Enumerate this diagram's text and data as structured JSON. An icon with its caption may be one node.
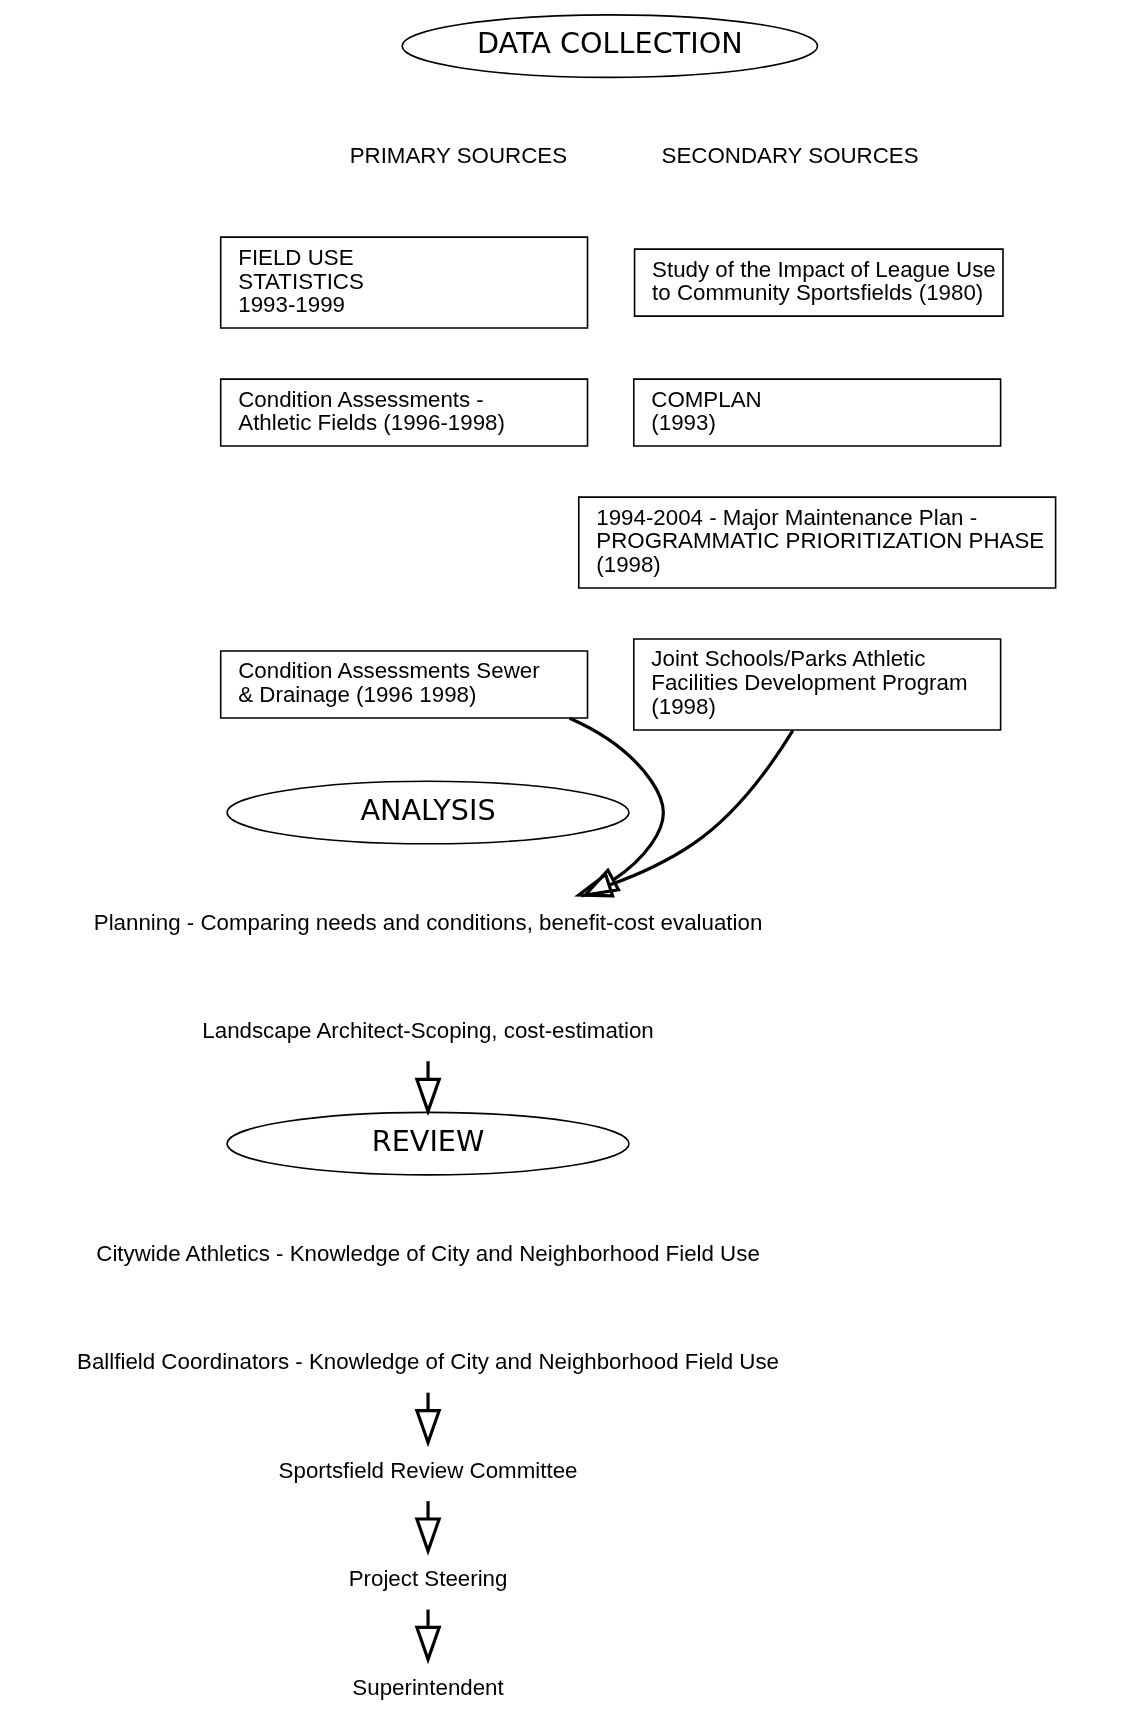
{
  "diagram": {
    "nodes": [
      {
        "text": [
          "DATA COLLECTION"
        ]
      },
      {
        "text": [
          "FIELD USE STATISTICS 1993-1999"
        ]
      },
      {
        "text": [
          "Condition Assessments - Athletic Fields (1996-1998)"
        ]
      },
      {
        "text": [
          "Condition Assessments Sewer & Drainage (1996 1998)"
        ]
      },
      {
        "text": [
          "Study of the Impact of League Use to Community Sportsfields (1980)"
        ]
      },
      {
        "text": [
          "COMPLAN (1993)"
        ]
      },
      {
        "text": [
          "1994-2004 - Major Maintenance Plan - PROGRAMMATIC PRIORITIZATION PHASE (1998)"
        ]
      },
      {
        "text": [
          "Joint Schools/Parks Athletic Facilities Development Program (1998)"
        ]
      },
      {
        "text": [
          "ANALYSIS"
        ]
      },
      {
        "text": [
          "Planning - Comparing needs and conditions, benefit-cost evaluation"
        ]
      },
      {
        "text": [
          "Landscape Architect-Scoping, cost-estimation"
        ]
      },
      {
        "text": [
          "REVIEW"
        ]
      },
      {
        "text": [
          "Citywide Athletics - Knowledge of City and Neighborhood Field Use"
        ]
      },
      {
        "text": [
          "Ballfield Coordinators - Knowledge of City and Neighborhood Field Use"
        ]
      },
      {
        "text": [
          "Sportsfield Review Committee"
        ]
      },
      {
        "text": [
          "Project Steering"
        ]
      },
      {
        "text": [
          "Superintendent"
        ]
      }
    ],
    "edges": [
      {
        "from": 3,
        "to": 9,
        "arrow": "to"
      },
      {
        "from": 7,
        "to": 9,
        "arrow": "to"
      },
      {
        "from": 10,
        "to": 11,
        "arrow": "to"
      },
      {
        "from": 13,
        "to": 14,
        "arrow": "to"
      },
      {
        "from": 14,
        "to": 15,
        "arrow": "to"
      },
      {
        "from": 15,
        "to": 16,
        "arrow": "to"
      }
    ],
    "labels": [
      "PRIMARY SOURCES",
      "SECONDARY SOURCES"
    ]
  }
}
